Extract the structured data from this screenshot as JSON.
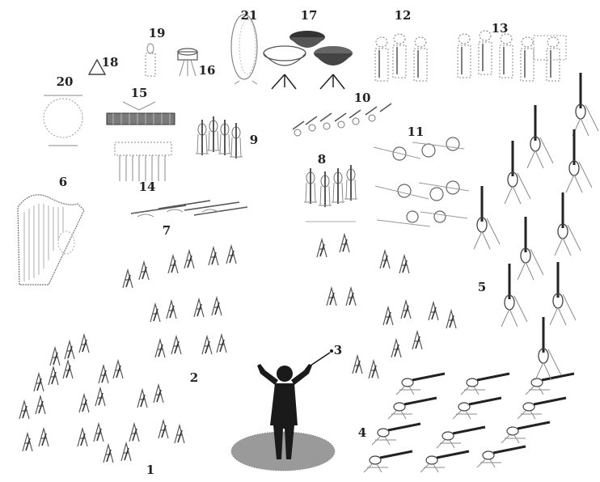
{
  "labels": {
    "n1": "1",
    "n2": "2",
    "n3": "3",
    "n4": "4",
    "n5": "5",
    "n6": "6",
    "n7": "7",
    "n8": "8",
    "n9": "9",
    "n10": "10",
    "n11": "11",
    "n12": "12",
    "n13": "13",
    "n14": "14",
    "n15": "15",
    "n16": "16",
    "n17": "17",
    "n18": "18",
    "n19": "19",
    "n20": "20",
    "n21": "21"
  },
  "colors": {
    "ink": "#333333",
    "light_ink": "#8a8a8a",
    "podium": "#9a9a9a",
    "conductor": "#1a1a1a"
  }
}
